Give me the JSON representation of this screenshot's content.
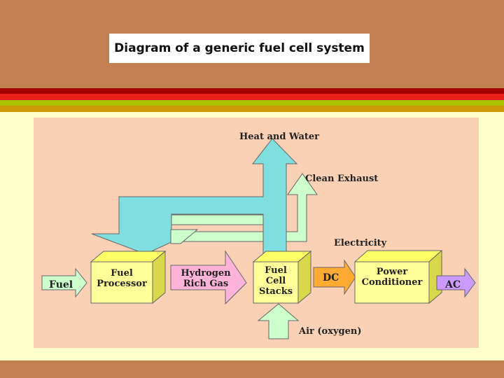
{
  "title": "Diagram of a generic fuel cell system",
  "colors": {
    "header_bg": "#c17f52",
    "stripe_dark_red": "#a30000",
    "stripe_red": "#e6201b",
    "stripe_green": "#a8c300",
    "stripe_gold": "#cc9a06",
    "content_bg": "#ffffcc",
    "panel_bg": "#fbd1b5",
    "box_fill": "#ffff99",
    "heat_arrow": "#7fdede",
    "exhaust_arrow": "#ccffcc",
    "hydrogen_arrow": "#ffb3d9",
    "dc_arrow": "#ffaa33",
    "ac_arrow": "#cc99ff"
  },
  "diagram": {
    "nodes": {
      "fuel_processor": [
        "Fuel",
        "Processor"
      ],
      "fuel_cell_stacks": [
        "Fuel",
        "Cell",
        "Stacks"
      ],
      "power_conditioner": [
        "Power",
        "Conditioner"
      ]
    },
    "arrows": {
      "fuel": "Fuel",
      "hydrogen": [
        "Hydrogen",
        "Rich Gas"
      ],
      "dc": "DC",
      "ac": "AC"
    },
    "labels": {
      "heat_and_water": "Heat and Water",
      "clean_exhaust": "Clean Exhaust",
      "electricity": "Electricity",
      "air": "Air (oxygen)"
    }
  }
}
